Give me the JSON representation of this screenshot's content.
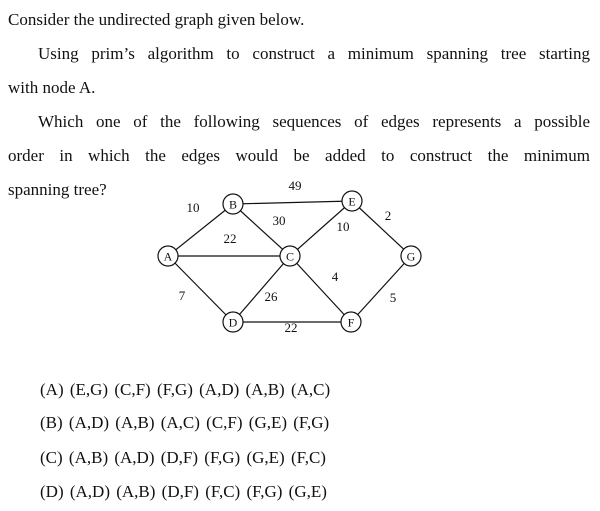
{
  "question": {
    "line1": "Consider the undirected graph given below.",
    "line2": "Using prim’s algorithm to construct a minimum spanning tree starting",
    "line3": "with node A.",
    "line4": "Which one of the following sequences of edges represents a possible",
    "line5": "order in which the edges would be added to construct the minimum",
    "line6": "spanning tree?"
  },
  "graph": {
    "nodes": [
      {
        "id": "A",
        "label": "A"
      },
      {
        "id": "B",
        "label": "B"
      },
      {
        "id": "C",
        "label": "C"
      },
      {
        "id": "D",
        "label": "D"
      },
      {
        "id": "E",
        "label": "E"
      },
      {
        "id": "F",
        "label": "F"
      },
      {
        "id": "G",
        "label": "G"
      }
    ],
    "edges": [
      {
        "from": "A",
        "to": "B",
        "weight": "10"
      },
      {
        "from": "A",
        "to": "C",
        "weight": "22"
      },
      {
        "from": "A",
        "to": "D",
        "weight": "7"
      },
      {
        "from": "B",
        "to": "E",
        "weight": "49"
      },
      {
        "from": "B",
        "to": "C",
        "weight": "30"
      },
      {
        "from": "C",
        "to": "E",
        "weight": "10"
      },
      {
        "from": "C",
        "to": "D",
        "weight": "26"
      },
      {
        "from": "C",
        "to": "F",
        "weight": "4"
      },
      {
        "from": "D",
        "to": "F",
        "weight": "22"
      },
      {
        "from": "E",
        "to": "G",
        "weight": "2"
      },
      {
        "from": "F",
        "to": "G",
        "weight": "5"
      }
    ]
  },
  "options": [
    "(A) (E,G)  (C,F)  (F,G)  (A,D)  (A,B)  (A,C)",
    "(B) (A,D)  (A,B)  (A,C)  (C,F)  (G,E)  (F,G)",
    "(C) (A,B)  (A,D)  (D,F)  (F,G)  (G,E)  (F,C)",
    "(D) (A,D)  (A,B)  (D,F)  (F,C)  (F,G)  (G,E)"
  ]
}
